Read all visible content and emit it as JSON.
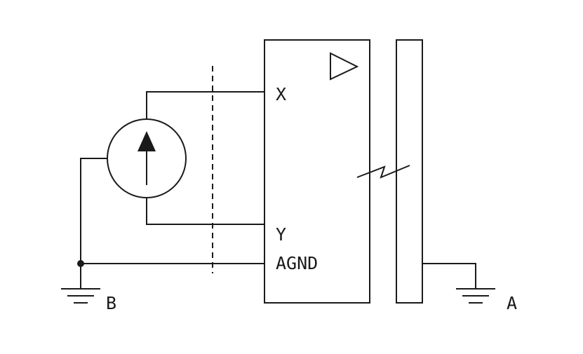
{
  "diagram": {
    "pins": {
      "x": "X",
      "y": "Y",
      "agnd": "AGND"
    },
    "grounds": {
      "left": "B",
      "right": "A"
    },
    "colors": {
      "line": "#1a1a1a",
      "background": "#ffffff"
    }
  }
}
